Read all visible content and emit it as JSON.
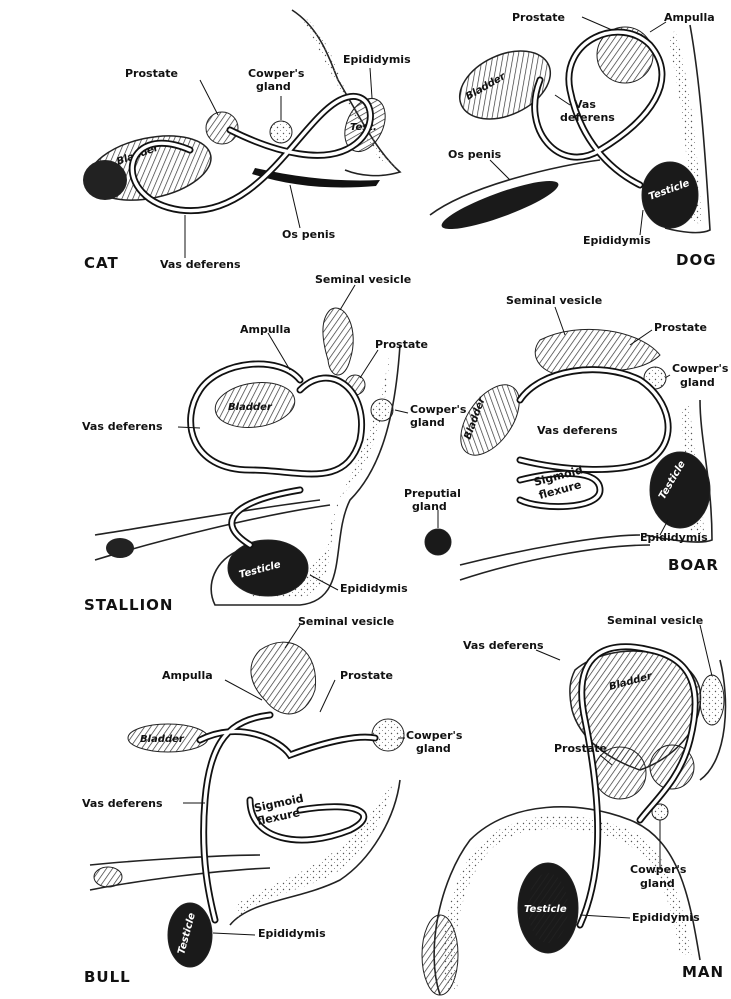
{
  "panels": {
    "cat": {
      "species": "CAT",
      "labels": {
        "prostate": "Prostate",
        "cowpers": "Cowper's",
        "cowpers2": "gland",
        "epididymis": "Epididymis",
        "os_penis": "Os penis",
        "vas": "Vas deferens"
      },
      "organs": {
        "bladder": "Bladder",
        "testicle": "Test."
      }
    },
    "dog": {
      "species": "DOG",
      "labels": {
        "prostate": "Prostate",
        "ampulla": "Ampulla",
        "vas": "Vas",
        "vas2": "deferens",
        "os_penis": "Os penis",
        "epididymis": "Epididymis"
      },
      "organs": {
        "bladder": "Bladder",
        "testicle": "Testicle"
      }
    },
    "stallion": {
      "species": "STALLION",
      "labels": {
        "seminal": "Seminal vesicle",
        "ampulla": "Ampulla",
        "prostate": "Prostate",
        "vas": "Vas deferens",
        "cowpers": "Cowper's",
        "cowpers2": "gland",
        "epididymis": "Epididymis"
      },
      "organs": {
        "bladder": "Bladder",
        "testicle": "Testicle"
      }
    },
    "boar": {
      "species": "BOAR",
      "labels": {
        "seminal": "Seminal vesicle",
        "prostate": "Prostate",
        "cowpers": "Cowper's",
        "cowpers2": "gland",
        "vas": "Vas deferens",
        "preputial": "Preputial",
        "preputial2": "gland",
        "sigmoid": "Sigmoid",
        "sigmoid2": "flexure",
        "epididymis": "Epididymis"
      },
      "organs": {
        "bladder": "Bladder",
        "testicle": "Testicle"
      }
    },
    "bull": {
      "species": "BULL",
      "labels": {
        "seminal": "Seminal vesicle",
        "ampulla": "Ampulla",
        "prostate": "Prostate",
        "cowpers": "Cowper's",
        "cowpers2": "gland",
        "vas": "Vas deferens",
        "sigmoid": "Sigmoid",
        "sigmoid2": "flexure",
        "epididymis": "Epididymis"
      },
      "organs": {
        "bladder": "Bladder",
        "testicle": "Testicle"
      }
    },
    "man": {
      "species": "MAN",
      "labels": {
        "seminal": "Seminal vesicle",
        "vas": "Vas deferens",
        "prostate": "Prostate",
        "cowpers": "Cowper's",
        "cowpers2": "gland",
        "epididymis": "Epididymis"
      },
      "organs": {
        "bladder": "Bladder",
        "testicle": "Testicle"
      }
    }
  }
}
